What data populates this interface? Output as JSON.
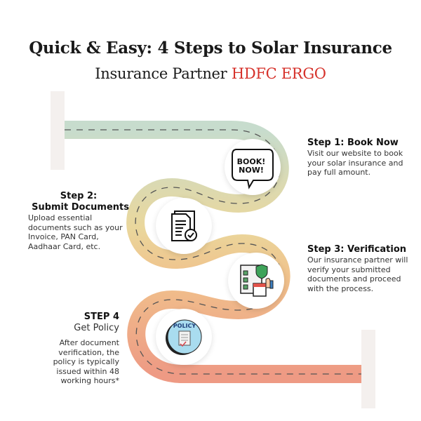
{
  "header": {
    "title": "Quick & Easy: 4 Steps to Solar Insurance",
    "subtitle_prefix": "Insurance Partner",
    "brand": "HDFC ERGO"
  },
  "steps": [
    {
      "heading": "Step 1: Book Now",
      "body": "Visit our website to book your solar insurance and pay full amount.",
      "icon": "book-now-speech-bubble",
      "icon_text": "BOOK NOW!"
    },
    {
      "heading": "Step 2:",
      "heading2": "Submit Documents",
      "body": "Upload essential documents such as your Invoice, PAN Card, Aadhaar Card, etc.",
      "icon": "documents-check"
    },
    {
      "heading": "Step 3: Verification",
      "body": "Our insurance partner will verify your submitted documents and proceed with the process.",
      "icon": "verification-checklist"
    },
    {
      "heading": "STEP 4",
      "heading2": "Get Policy",
      "body": "After document verification, the policy is typically issued within 48 working hours*",
      "icon": "policy-badge",
      "icon_text": "POLICY"
    }
  ],
  "colors": {
    "brand": "#d6322b",
    "road_start": "#c7dccd",
    "road_mid": "#ead79c",
    "road_end": "#ee9a84"
  }
}
